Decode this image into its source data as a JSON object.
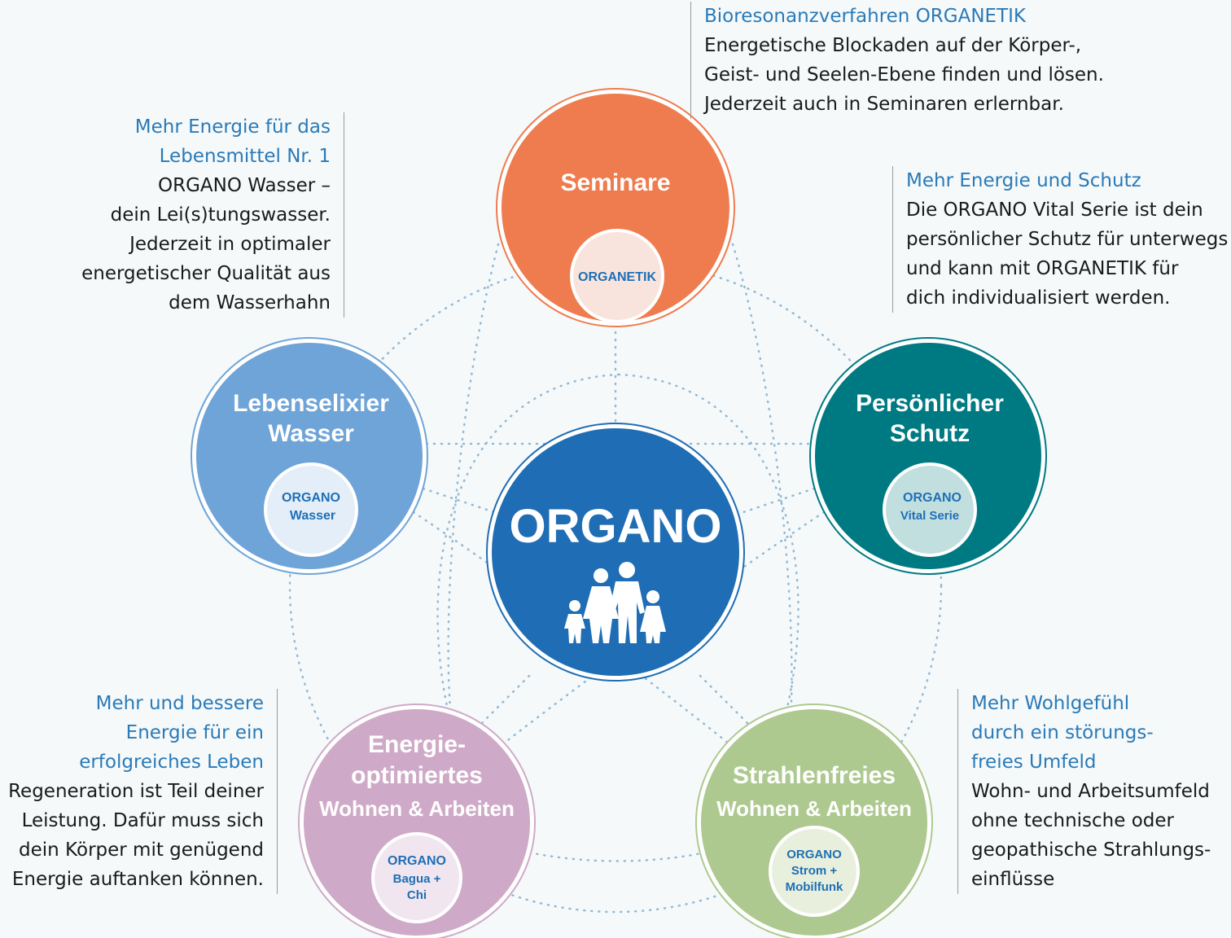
{
  "center": {
    "title": "ORGANO",
    "icon": "family-icon"
  },
  "nodes": {
    "seminare": {
      "title_line1": "Seminare",
      "inner_line1": "ORGANETIK"
    },
    "wasser": {
      "title_line1": "Lebenselixier",
      "title_line2": "Wasser",
      "inner_line1": "ORGANO",
      "inner_line2": "Wasser"
    },
    "schutz": {
      "title_line1": "Persönlicher",
      "title_line2": "Schutz",
      "inner_line1": "ORGANO",
      "inner_line2": "Vital Serie"
    },
    "energie": {
      "title_line1": "Energie-",
      "title_line2": "optimiertes",
      "title_line3": "Wohnen & Arbeiten",
      "inner_line1": "ORGANO",
      "inner_line2": "Bagua +",
      "inner_line3": "Chi"
    },
    "strahlen": {
      "title_line1": "Strahlenfreies",
      "title_line2": "Wohnen & Arbeiten",
      "inner_line1": "ORGANO",
      "inner_line2": "Strom +",
      "inner_line3": "Mobilfunk"
    }
  },
  "texts": {
    "top": {
      "heading": [
        "Bioresonanzverfahren ORGANETIK"
      ],
      "body": [
        "Energetische Blockaden auf der Körper-,",
        "Geist- und Seelen-Ebene finden und lösen.",
        "Jederzeit auch in Seminaren erlernbar."
      ]
    },
    "top_left": {
      "heading": [
        "Mehr Energie für das",
        "Lebensmittel Nr. 1"
      ],
      "body": [
        "ORGANO Wasser –",
        "dein Lei(s)tungswasser.",
        "Jederzeit in optimaler",
        "energetischer Qualität aus",
        "dem Wasserhahn"
      ]
    },
    "top_right": {
      "heading": [
        "Mehr Energie und Schutz"
      ],
      "body": [
        "Die ORGANO Vital Serie ist dein",
        "persönlicher Schutz für unterwegs",
        "und kann mit ORGANETIK für",
        "dich individualisiert werden."
      ]
    },
    "bottom_left": {
      "heading": [
        "Mehr und bessere",
        "Energie für ein",
        "erfolgreiches Leben"
      ],
      "body": [
        "Regeneration ist Teil deiner",
        "Leistung. Dafür muss sich",
        "dein Körper mit genügend",
        "Energie auftanken können."
      ]
    },
    "bottom_right": {
      "heading": [
        "Mehr Wohlgefühl",
        "durch ein störungs-",
        "freies Umfeld"
      ],
      "body": [
        "Wohn- und Arbeitsumfeld",
        "ohne technische oder",
        "geopathische Strahlungs-",
        "einflüsse"
      ]
    }
  },
  "colors": {
    "background": "#f5f9fa",
    "center": "#1f6db4",
    "seminare": "#ef7c4e",
    "wasser": "#6fa4d8",
    "schutz": "#007a82",
    "energie": "#cfaac8",
    "strahlen": "#adc98f",
    "dots": "#93b9d6",
    "heading_text": "#2a7ab8"
  }
}
